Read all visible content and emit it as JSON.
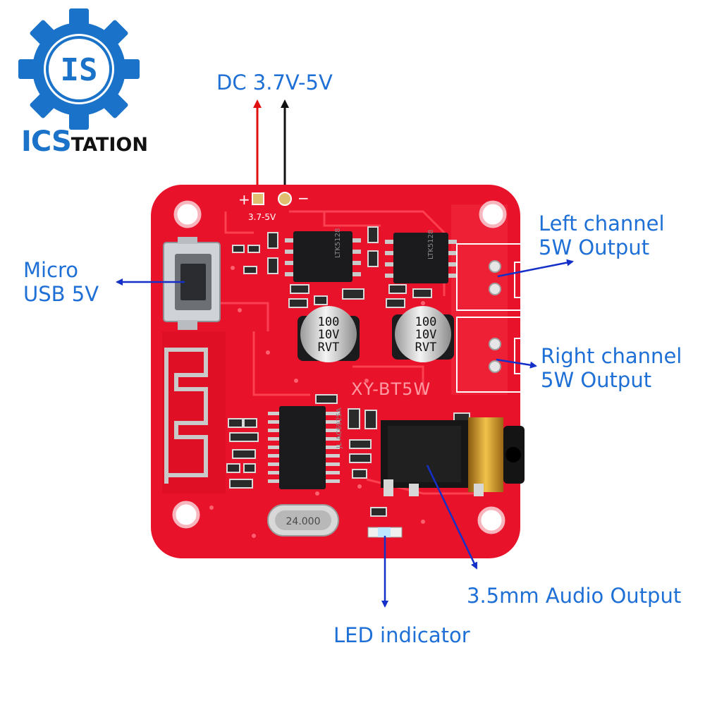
{
  "logo": {
    "monogram": "IS",
    "brand_highlight": "ICS",
    "brand_rest": "TATION",
    "color": "#1a73c9"
  },
  "board": {
    "model": "XY-BT5W",
    "power_pins": "3.7-5V",
    "plus_sign": "+",
    "minus_sign": "−",
    "crystal": "24.000",
    "color": "#e8122a"
  },
  "capacitors": [
    {
      "value": "100",
      "voltage": "10V",
      "series": "RVT"
    },
    {
      "value": "100",
      "voltage": "10V",
      "series": "RVT"
    }
  ],
  "chips": {
    "amp_left": "LTK5128",
    "amp_right": "LTK5128",
    "bt_ic": "JL AC6925A"
  },
  "callouts": {
    "dc_power": "DC 3.7V-5V",
    "micro_usb": [
      "Micro",
      "USB 5V"
    ],
    "left_channel": [
      "Left channel",
      "5W Output"
    ],
    "right_channel": [
      "Right channel",
      "5W Output"
    ],
    "audio_jack": "3.5mm Audio Output",
    "led": "LED indicator"
  },
  "colors": {
    "label": "#1e6fd6",
    "arrow": "#1430c8",
    "positive_arrow": "#e01010",
    "negative_arrow": "#111111"
  }
}
